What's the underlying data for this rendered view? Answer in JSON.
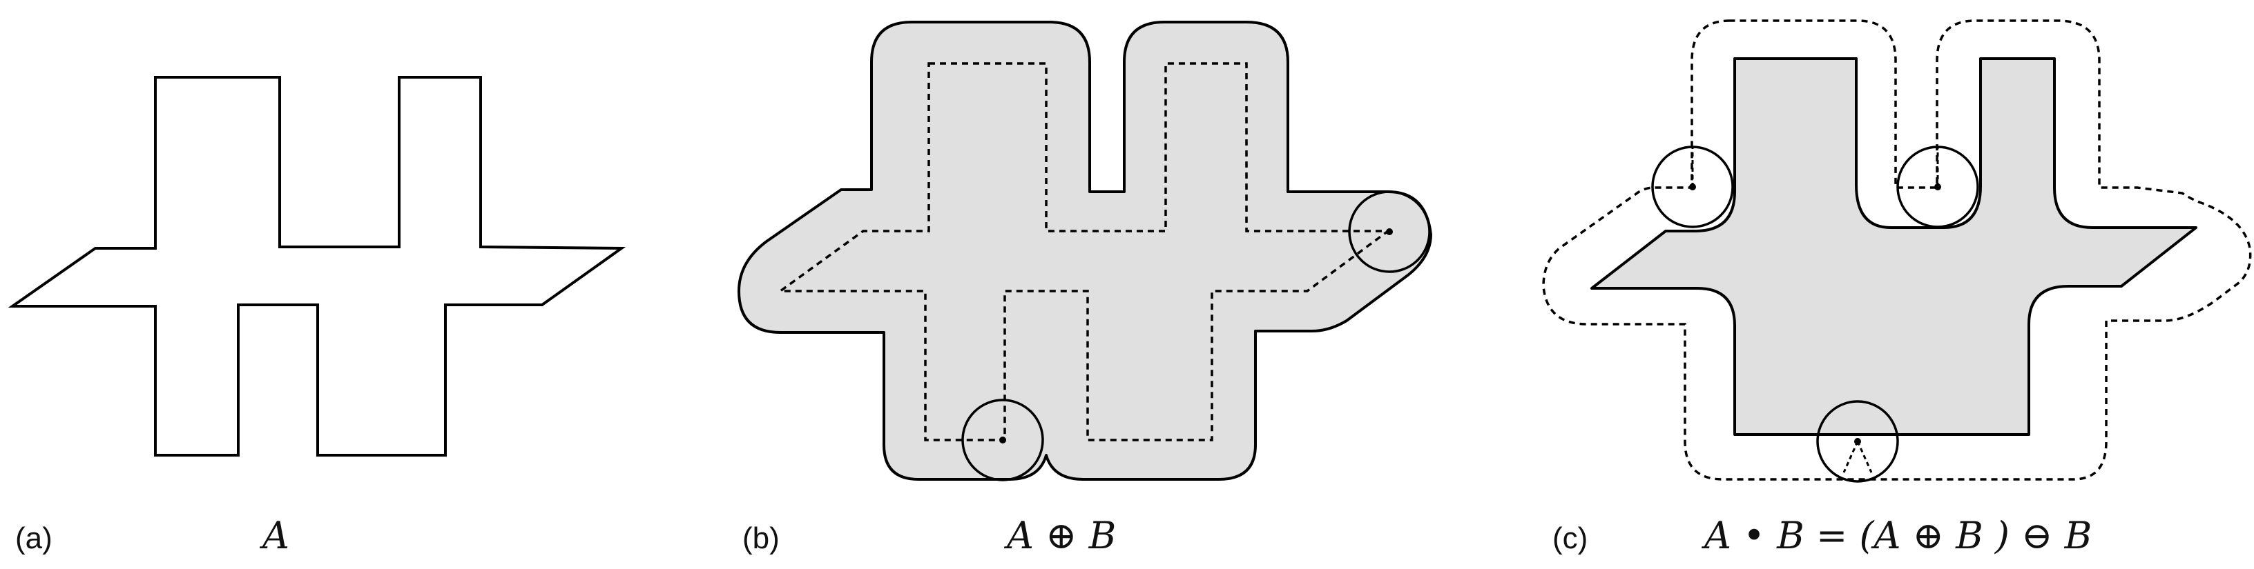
{
  "panels": [
    {
      "label": "(a)",
      "formula": "A"
    },
    {
      "label": "(b)",
      "formula": "A ⊕ B"
    },
    {
      "label": "(c)",
      "formula": "A • B = (A ⊕ B ) ⊖ B"
    }
  ],
  "colors": {
    "outline": "#000000",
    "dilated_fill": "#e0e0e0",
    "background": "#ffffff"
  }
}
